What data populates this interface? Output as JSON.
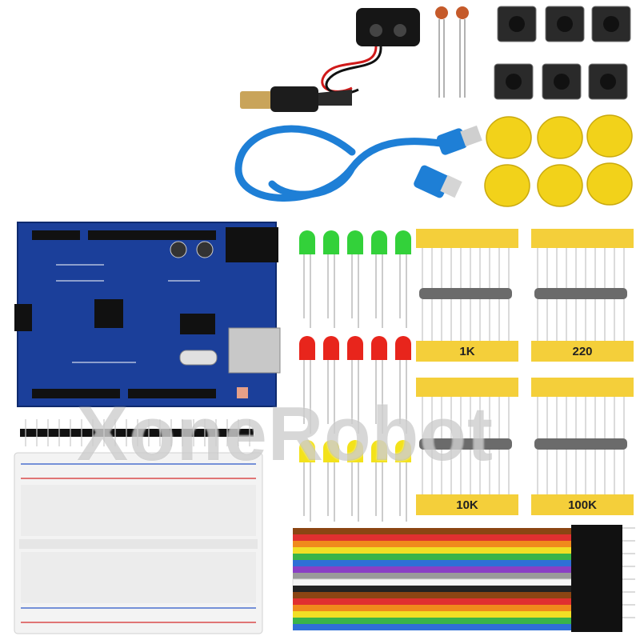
{
  "watermark": "XoneRobot",
  "resistor_labels": {
    "r1k": "1K",
    "r220": "220",
    "r10k": "10K",
    "r100k": "100K"
  },
  "colors": {
    "board_blue": "#1b3f9a",
    "cable_blue": "#1e7fd6",
    "cap_yellow": "#f2d21a",
    "tape_yellow": "#f4cf3a",
    "led_green": "#33d13a",
    "led_red": "#e8251c",
    "led_yellow": "#f3e21b"
  }
}
